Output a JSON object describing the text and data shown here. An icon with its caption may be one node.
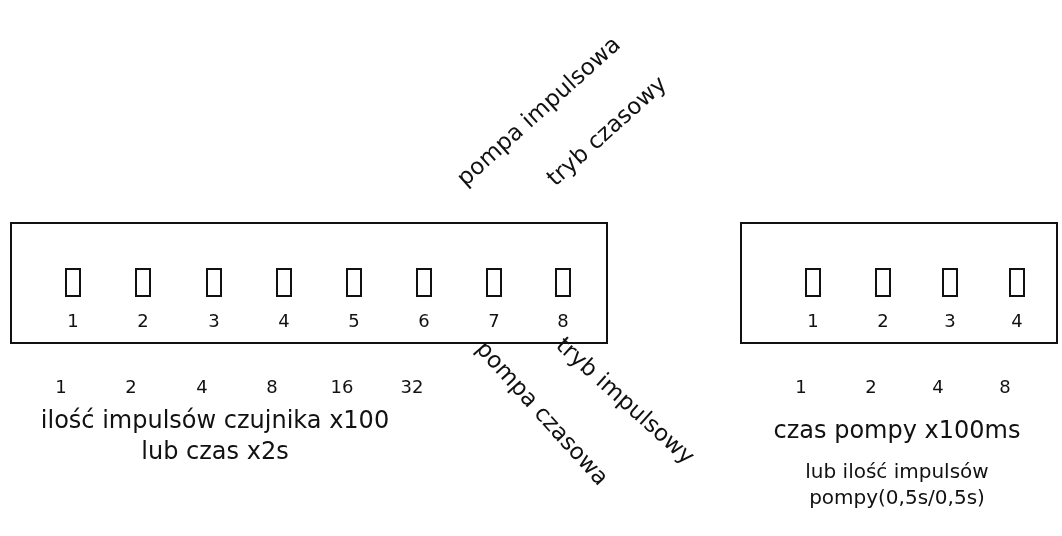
{
  "diagram": {
    "nodes": [
      {
        "text": [],
        "shape": "box"
      },
      {
        "text": [],
        "shape": "box",
        "in": 0,
        "beside": [
          "1"
        ]
      },
      {
        "text": [],
        "shape": "box",
        "in": 0,
        "beside": [
          "2"
        ]
      },
      {
        "text": [],
        "shape": "box",
        "in": 0,
        "beside": [
          "3"
        ]
      },
      {
        "text": [],
        "shape": "box",
        "in": 0,
        "beside": [
          "4"
        ]
      },
      {
        "text": [],
        "shape": "box",
        "in": 0,
        "beside": [
          "5"
        ]
      },
      {
        "text": [],
        "shape": "box",
        "in": 0,
        "beside": [
          "6"
        ]
      },
      {
        "text": [],
        "shape": "box",
        "in": 0,
        "beside": [
          "7"
        ]
      },
      {
        "text": [],
        "shape": "box",
        "in": 0,
        "beside": [
          "8"
        ]
      },
      {
        "text": [],
        "shape": "box"
      },
      {
        "text": [],
        "shape": "box",
        "in": 9,
        "beside": [
          "1"
        ]
      },
      {
        "text": [],
        "shape": "box",
        "in": 9,
        "beside": [
          "2"
        ]
      },
      {
        "text": [],
        "shape": "box",
        "in": 9,
        "beside": [
          "3"
        ]
      },
      {
        "text": [],
        "shape": "box",
        "in": 9,
        "beside": [
          "4"
        ]
      }
    ],
    "edges": [],
    "labels": [
      "pompa impulsowa",
      "tryb czasowy",
      "1",
      "2",
      "4",
      "8",
      "16",
      "32",
      "pompa czasowa",
      "tryb impulsowy",
      "1",
      "2",
      "4",
      "8",
      "ilość impulsów czujnika x100 lub czas x2s",
      "czas pompy x100ms",
      "lub ilość impulsów pompy(0,5s/0,5s)"
    ]
  }
}
